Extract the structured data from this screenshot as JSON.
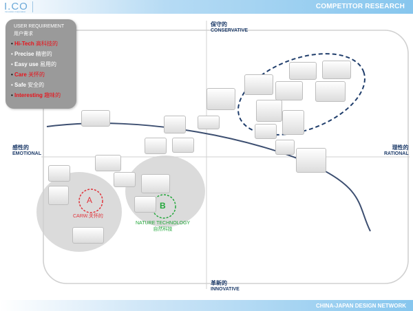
{
  "header": {
    "logo": "I.CO",
    "logo_sub": "Innovation Corporation",
    "title": "COMPETITOR RESEARCH"
  },
  "footer": {
    "title": "CHINA-JAPAN DESIGN NETWORK"
  },
  "panel": {
    "title_en": "USER REQUIREMENT",
    "title_cn": "用户需求",
    "items": [
      {
        "en": "Hi-Tech",
        "cn": "高科技的",
        "color": "#e8131b"
      },
      {
        "en": "Precise",
        "cn": "精密的",
        "color": "#ffffff"
      },
      {
        "en": "Easy use",
        "cn": "易用的",
        "color": "#ffffff"
      },
      {
        "en": "Care",
        "cn": "关怀的",
        "color": "#e8131b"
      },
      {
        "en": "Safe",
        "cn": "安全的",
        "color": "#ffffff"
      },
      {
        "en": "Interesting",
        "cn": "趣味的",
        "color": "#e8131b"
      }
    ]
  },
  "axes": {
    "top": {
      "cn": "保守的",
      "en": "CONSERVATIVE"
    },
    "bottom": {
      "cn": "革新的",
      "en": "INNOVATIVE"
    },
    "left": {
      "cn": "感性的",
      "en": "EMOTIONAL"
    },
    "right": {
      "cn": "理性的",
      "en": "RATIONAL"
    }
  },
  "markers": {
    "a": {
      "letter": "A",
      "label": "CARW.关怀的",
      "color": "#e0333a"
    },
    "b": {
      "letter": "B",
      "label_en": "NATURE TECHNOLOGY",
      "label_cn": "自然科技",
      "color": "#22a73a"
    }
  },
  "colors": {
    "axis": "#1f3d6b",
    "cluster": "#1f3d6b",
    "header_blue": "#86c6ee"
  }
}
